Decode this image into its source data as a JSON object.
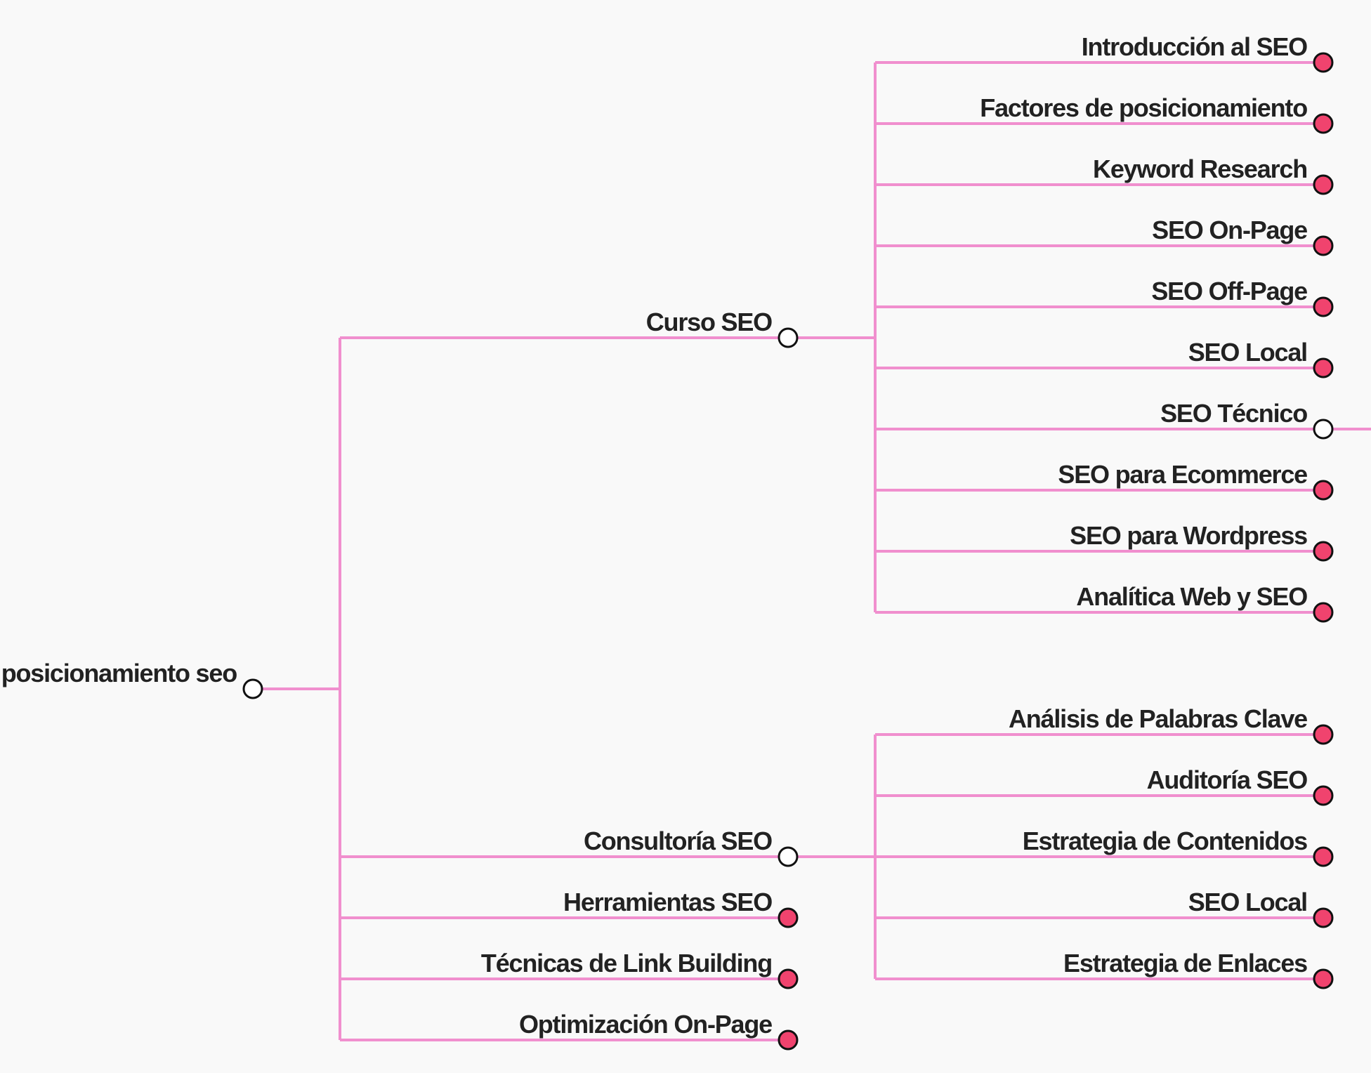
{
  "colors": {
    "background": "#f9f9f9",
    "edge": "#f08fce",
    "text": "#222222",
    "leaf_dot": "#f0436e",
    "branch_dot": "#ffffff",
    "dot_stroke": "#111111"
  },
  "root": {
    "label": "posicionamiento seo",
    "children": [
      {
        "label": "Curso SEO",
        "children": [
          {
            "label": "Introducción al SEO"
          },
          {
            "label": "Factores de posicionamiento"
          },
          {
            "label": "Keyword Research"
          },
          {
            "label": "SEO On-Page"
          },
          {
            "label": "SEO Off-Page"
          },
          {
            "label": "SEO Local"
          },
          {
            "label": "SEO Técnico",
            "collapsed": true
          },
          {
            "label": "SEO para Ecommerce"
          },
          {
            "label": "SEO para Wordpress"
          },
          {
            "label": "Analítica Web y SEO"
          }
        ]
      },
      {
        "label": "Consultoría SEO",
        "children": [
          {
            "label": "Análisis de Palabras Clave"
          },
          {
            "label": "Auditoría SEO"
          },
          {
            "label": "Estrategia de Contenidos"
          },
          {
            "label": "SEO Local"
          },
          {
            "label": "Estrategia de Enlaces"
          }
        ]
      },
      {
        "label": "Herramientas SEO"
      },
      {
        "label": "Técnicas de Link Building"
      },
      {
        "label": "Optimización On-Page"
      }
    ]
  }
}
